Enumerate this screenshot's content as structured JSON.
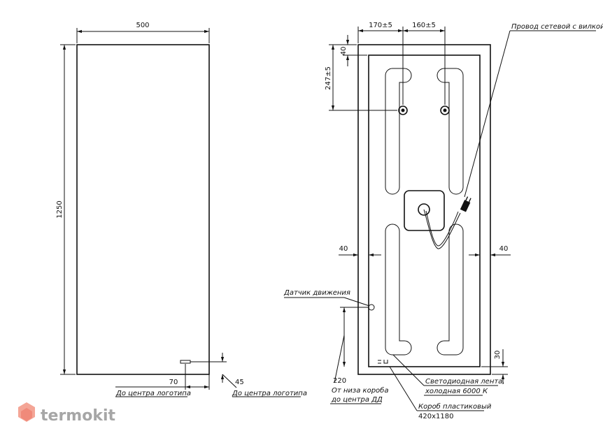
{
  "front_view": {
    "width_label": "500",
    "height_label": "1250",
    "logo_h_offset": "70",
    "logo_v_offset": "45",
    "logo_note_left": "До центра логотипа",
    "logo_note_right": "До центра логотипа"
  },
  "back_view": {
    "dim_hole_left": "170±5",
    "dim_hole_spacing": "160±5",
    "dim_top_margin": "40",
    "dim_hole_depth": "247±5",
    "dim_side_left": "40",
    "dim_side_right": "40",
    "dim_bottom_margin": "30",
    "dim_sensor_height": "220",
    "note_power_cord": "Провод сетевой с вилкой",
    "note_motion_sensor": "Датчик движения",
    "note_sensor_line1": "От низа короба",
    "note_sensor_line2": "до центра ДД",
    "note_led_line1": "Светодиодная лента,",
    "note_led_line2": "холодная 6000 К",
    "note_box_line1": "Короб пластиковый",
    "note_box_line2": "420x1180"
  },
  "watermark": {
    "text": "termokit",
    "color": "#a6a6a6",
    "accent": "#f08a7a"
  }
}
